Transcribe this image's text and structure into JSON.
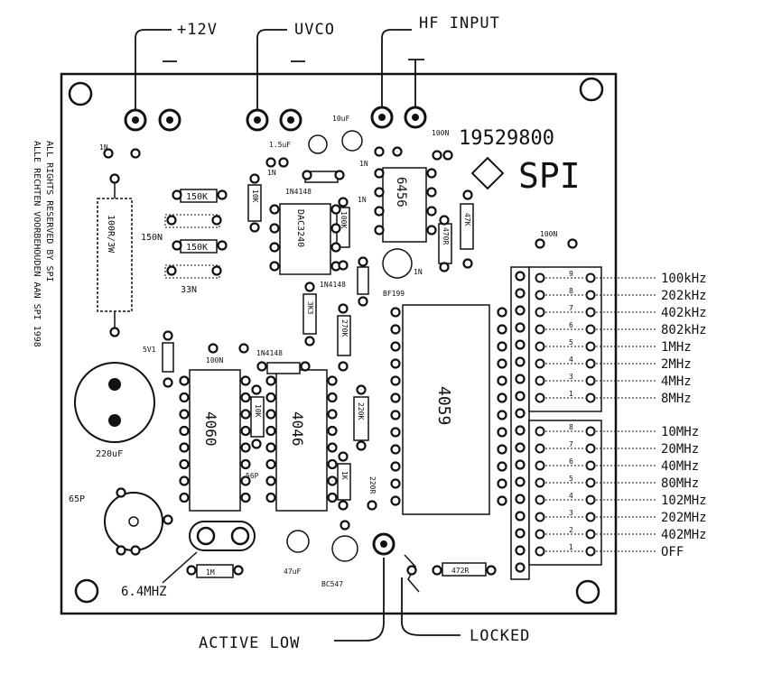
{
  "top_connectors": [
    "+12V",
    "UVCO",
    "HF INPUT"
  ],
  "bottom_connectors": [
    "ACTIVE LOW",
    "LOCKED"
  ],
  "serial_number": "19529800",
  "maker_logo": "SPI",
  "copyright_lines": [
    "ALLE RECHTEN VOORBEHOUDEN AAN SPI 1998",
    "ALL RIGHTS RESERVED BY SPI"
  ],
  "chips": [
    "DAC3240",
    "6456",
    "4060",
    "4046",
    "4059"
  ],
  "components": {
    "r_150k_a": "150K",
    "r_150k_b": "150K",
    "c_150n": "150N",
    "c_33n": "33N",
    "r_100r_3w": "100R/3W",
    "r_10k": "10K",
    "r_100k": "100K",
    "r_470r": "470R",
    "r_47k": "47K",
    "r_3k3": "3K3",
    "r_270k": "270K",
    "r_10k_b": "10K",
    "r_220k": "220K",
    "r_1k": "1K",
    "r_220r": "220R",
    "r_1m": "1M",
    "r_472r": "472R",
    "c_10uf": "10uF",
    "c_15uf": "1.5uF",
    "c_100n_a": "100N",
    "c_100n_b": "100N",
    "c_100n_c": "100N",
    "c_220uf": "220uF",
    "c_47uf": "47uF",
    "c_56f": "56P",
    "c_1n_a": "1N",
    "c_1n_b": "1N",
    "c_1n_c": "1N",
    "c_1n_d": "1N",
    "c_1n_e": "1N",
    "d_1n4148_a": "1N4148",
    "d_1n4148_b": "1N4148",
    "d_1n4148_c": "1N4148",
    "zener_5v1": "5V1",
    "t_bf199": "BF199",
    "t_bc547": "BC547",
    "coil_65p": "65P",
    "crystal": "6.4MHZ"
  },
  "frequency_labels": [
    "100kHz",
    "202kHz",
    "402kHz",
    "802kHz",
    "1MHz",
    "2MHz",
    "4MHz",
    "8MHz",
    "10MHz",
    "20MHz",
    "40MHz",
    "80MHz",
    "102MHz",
    "202MHz",
    "402MHz",
    "OFF"
  ],
  "switch_numbers": [
    "9",
    "8",
    "7",
    "6",
    "5",
    "4",
    "3",
    "1",
    "8",
    "7",
    "6",
    "5",
    "4",
    "3",
    "2",
    "1"
  ]
}
